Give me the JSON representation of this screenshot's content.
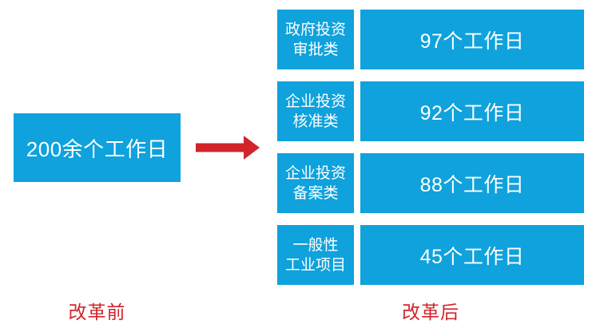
{
  "colors": {
    "box_blue": "#0FA2DC",
    "accent_red": "#D2242B",
    "box_text": "#FFFFFF"
  },
  "before": {
    "box_label": "200余个工作日",
    "caption": "改革前"
  },
  "arrow": {
    "icon": "right-arrow"
  },
  "after": {
    "caption": "改革后",
    "rows": [
      {
        "category_line1": "政府投资",
        "category_line2": "审批类",
        "value": "97个工作日"
      },
      {
        "category_line1": "企业投资",
        "category_line2": "核准类",
        "value": "92个工作日"
      },
      {
        "category_line1": "企业投资",
        "category_line2": "备案类",
        "value": "88个工作日"
      },
      {
        "category_line1": "一般性",
        "category_line2": "工业项目",
        "value": "45个工作日"
      }
    ]
  }
}
